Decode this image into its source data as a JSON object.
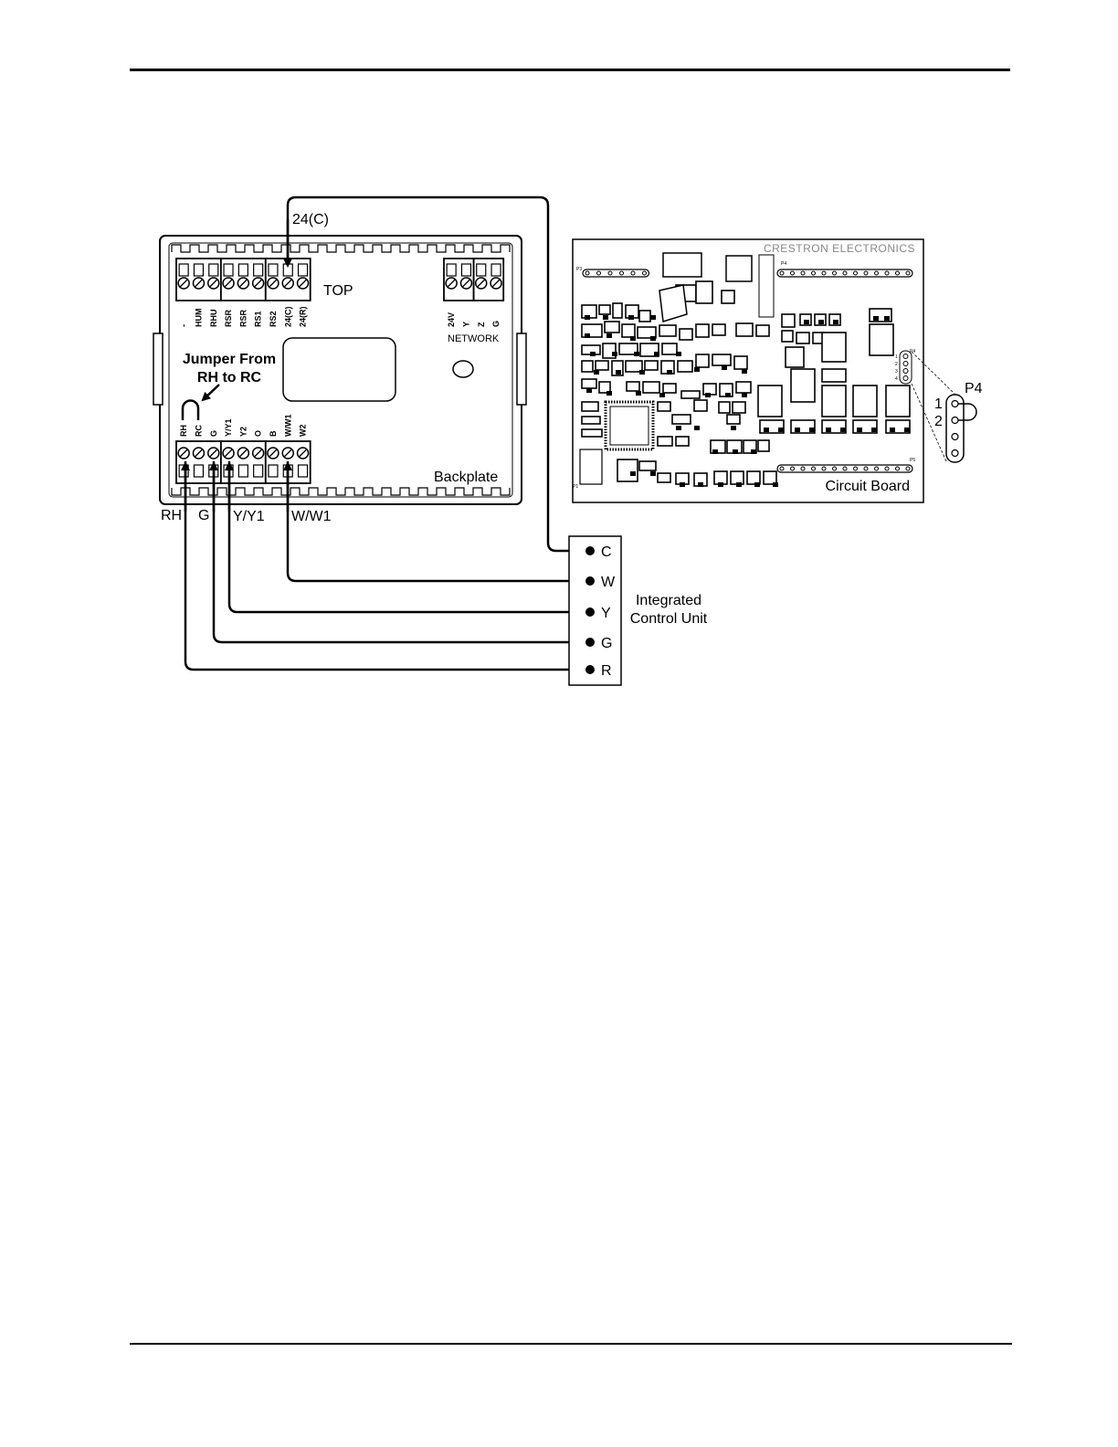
{
  "wire_labels": {
    "c24": "24(C)",
    "rh": "RH",
    "g": "G",
    "y": "Y/Y1",
    "w": "W/W1"
  },
  "backplate": {
    "name": "Backplate",
    "top_label": "TOP",
    "network_label": "NETWORK",
    "jumper_line1": "Jumper From",
    "jumper_line2": "RH to RC",
    "top_terminals": [
      "-",
      "HUM",
      "RHU",
      "RSR",
      "RSR",
      "RS1",
      "RS2",
      "24(C)",
      "24(R)"
    ],
    "network_terminals": [
      "24V",
      "Y",
      "Z",
      "G"
    ],
    "bottom_terminals": [
      "RH",
      "RC",
      "G",
      "Y/Y1",
      "Y2",
      "O",
      "B",
      "W/W1",
      "W2"
    ]
  },
  "circuit_board": {
    "name": "Circuit Board",
    "brand": "CRESTRON ELECTRONICS",
    "header_labels": [
      "P3",
      "P4",
      "P5",
      "P1"
    ],
    "p4_callout": "P4",
    "p4_pin1": "1",
    "p4_pin2": "2",
    "p4_small_pins": [
      "1",
      "2",
      "3",
      "4"
    ]
  },
  "control_unit": {
    "line1": "Integrated",
    "line2": "Control Unit",
    "terminals": [
      "C",
      "W",
      "Y",
      "G",
      "R"
    ]
  }
}
